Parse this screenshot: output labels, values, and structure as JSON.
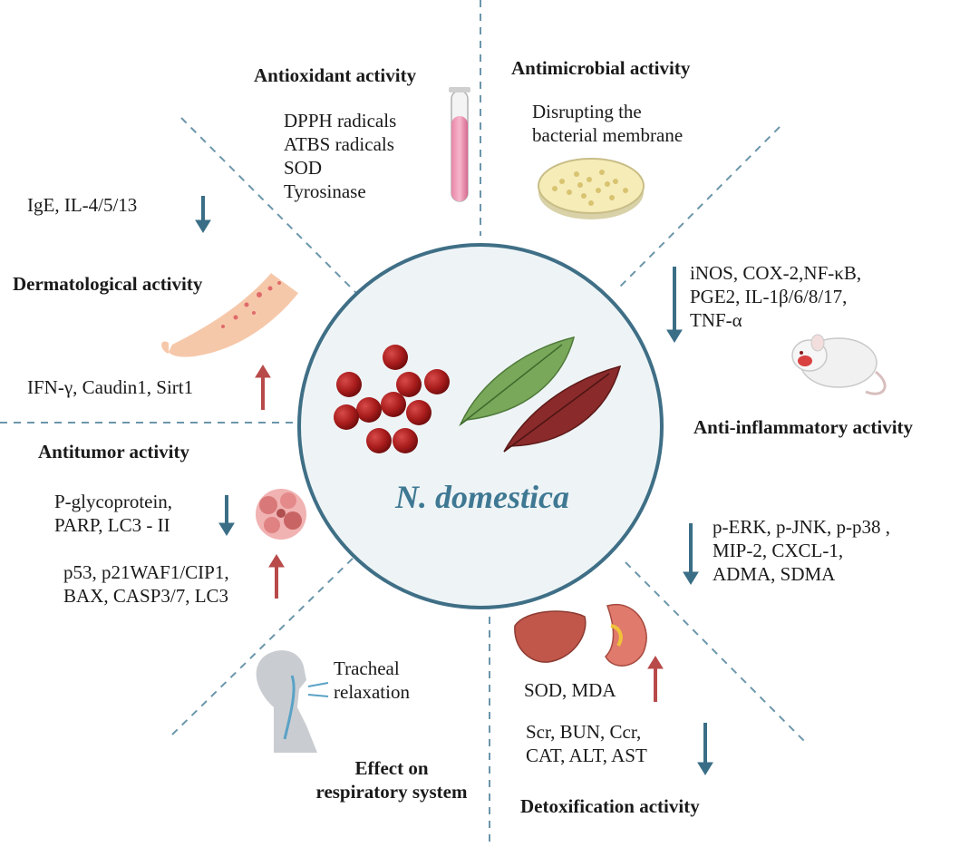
{
  "center": {
    "label": "N. domestica"
  },
  "colors": {
    "circle_stroke": "#3f6f86",
    "circle_fill": "#eef4f6",
    "arrow_down": "#3a6e86",
    "arrow_up": "#b84a4a",
    "divider": "#6b96ab",
    "berry": "#a81c1c",
    "leaf_green": "#7aa85a",
    "leaf_red": "#8a2a2a"
  },
  "antioxidant": {
    "title": "Antioxidant activity",
    "markers": "DPPH radicals\nATBS radicals\nSOD\nTyrosinase"
  },
  "antimicrobial": {
    "title": "Antimicrobial activity",
    "mechanism": "Disrupting the\nbacterial membrane"
  },
  "dermatological": {
    "title": "Dermatological activity",
    "down": "IgE, IL-4/5/13",
    "up": "IFN-γ, Caudin1, Sirt1"
  },
  "anti_inflammatory": {
    "title": "Anti-inflammatory activity",
    "down": "iNOS, COX-2,NF-κB,\nPGE2, IL-1β/6/8/17,\nTNF-α"
  },
  "antitumor": {
    "title": "Antitumor activity",
    "down": "P-glycoprotein,\nPARP, LC3 - II",
    "up": "p53, p21WAF1/CIP1,\nBAX, CASP3/7, LC3"
  },
  "kidney_markers": {
    "down": "p-ERK, p-JNK, p-p38 ,\nMIP-2, CXCL-1,\nADMA, SDMA"
  },
  "respiratory": {
    "title": "Effect on\nrespiratory system",
    "mechanism": "Tracheal\nrelaxation"
  },
  "detoxification": {
    "title": "Detoxification activity",
    "up": "SOD, MDA",
    "down": "Scr, BUN, Ccr,\nCAT, ALT,  AST"
  }
}
